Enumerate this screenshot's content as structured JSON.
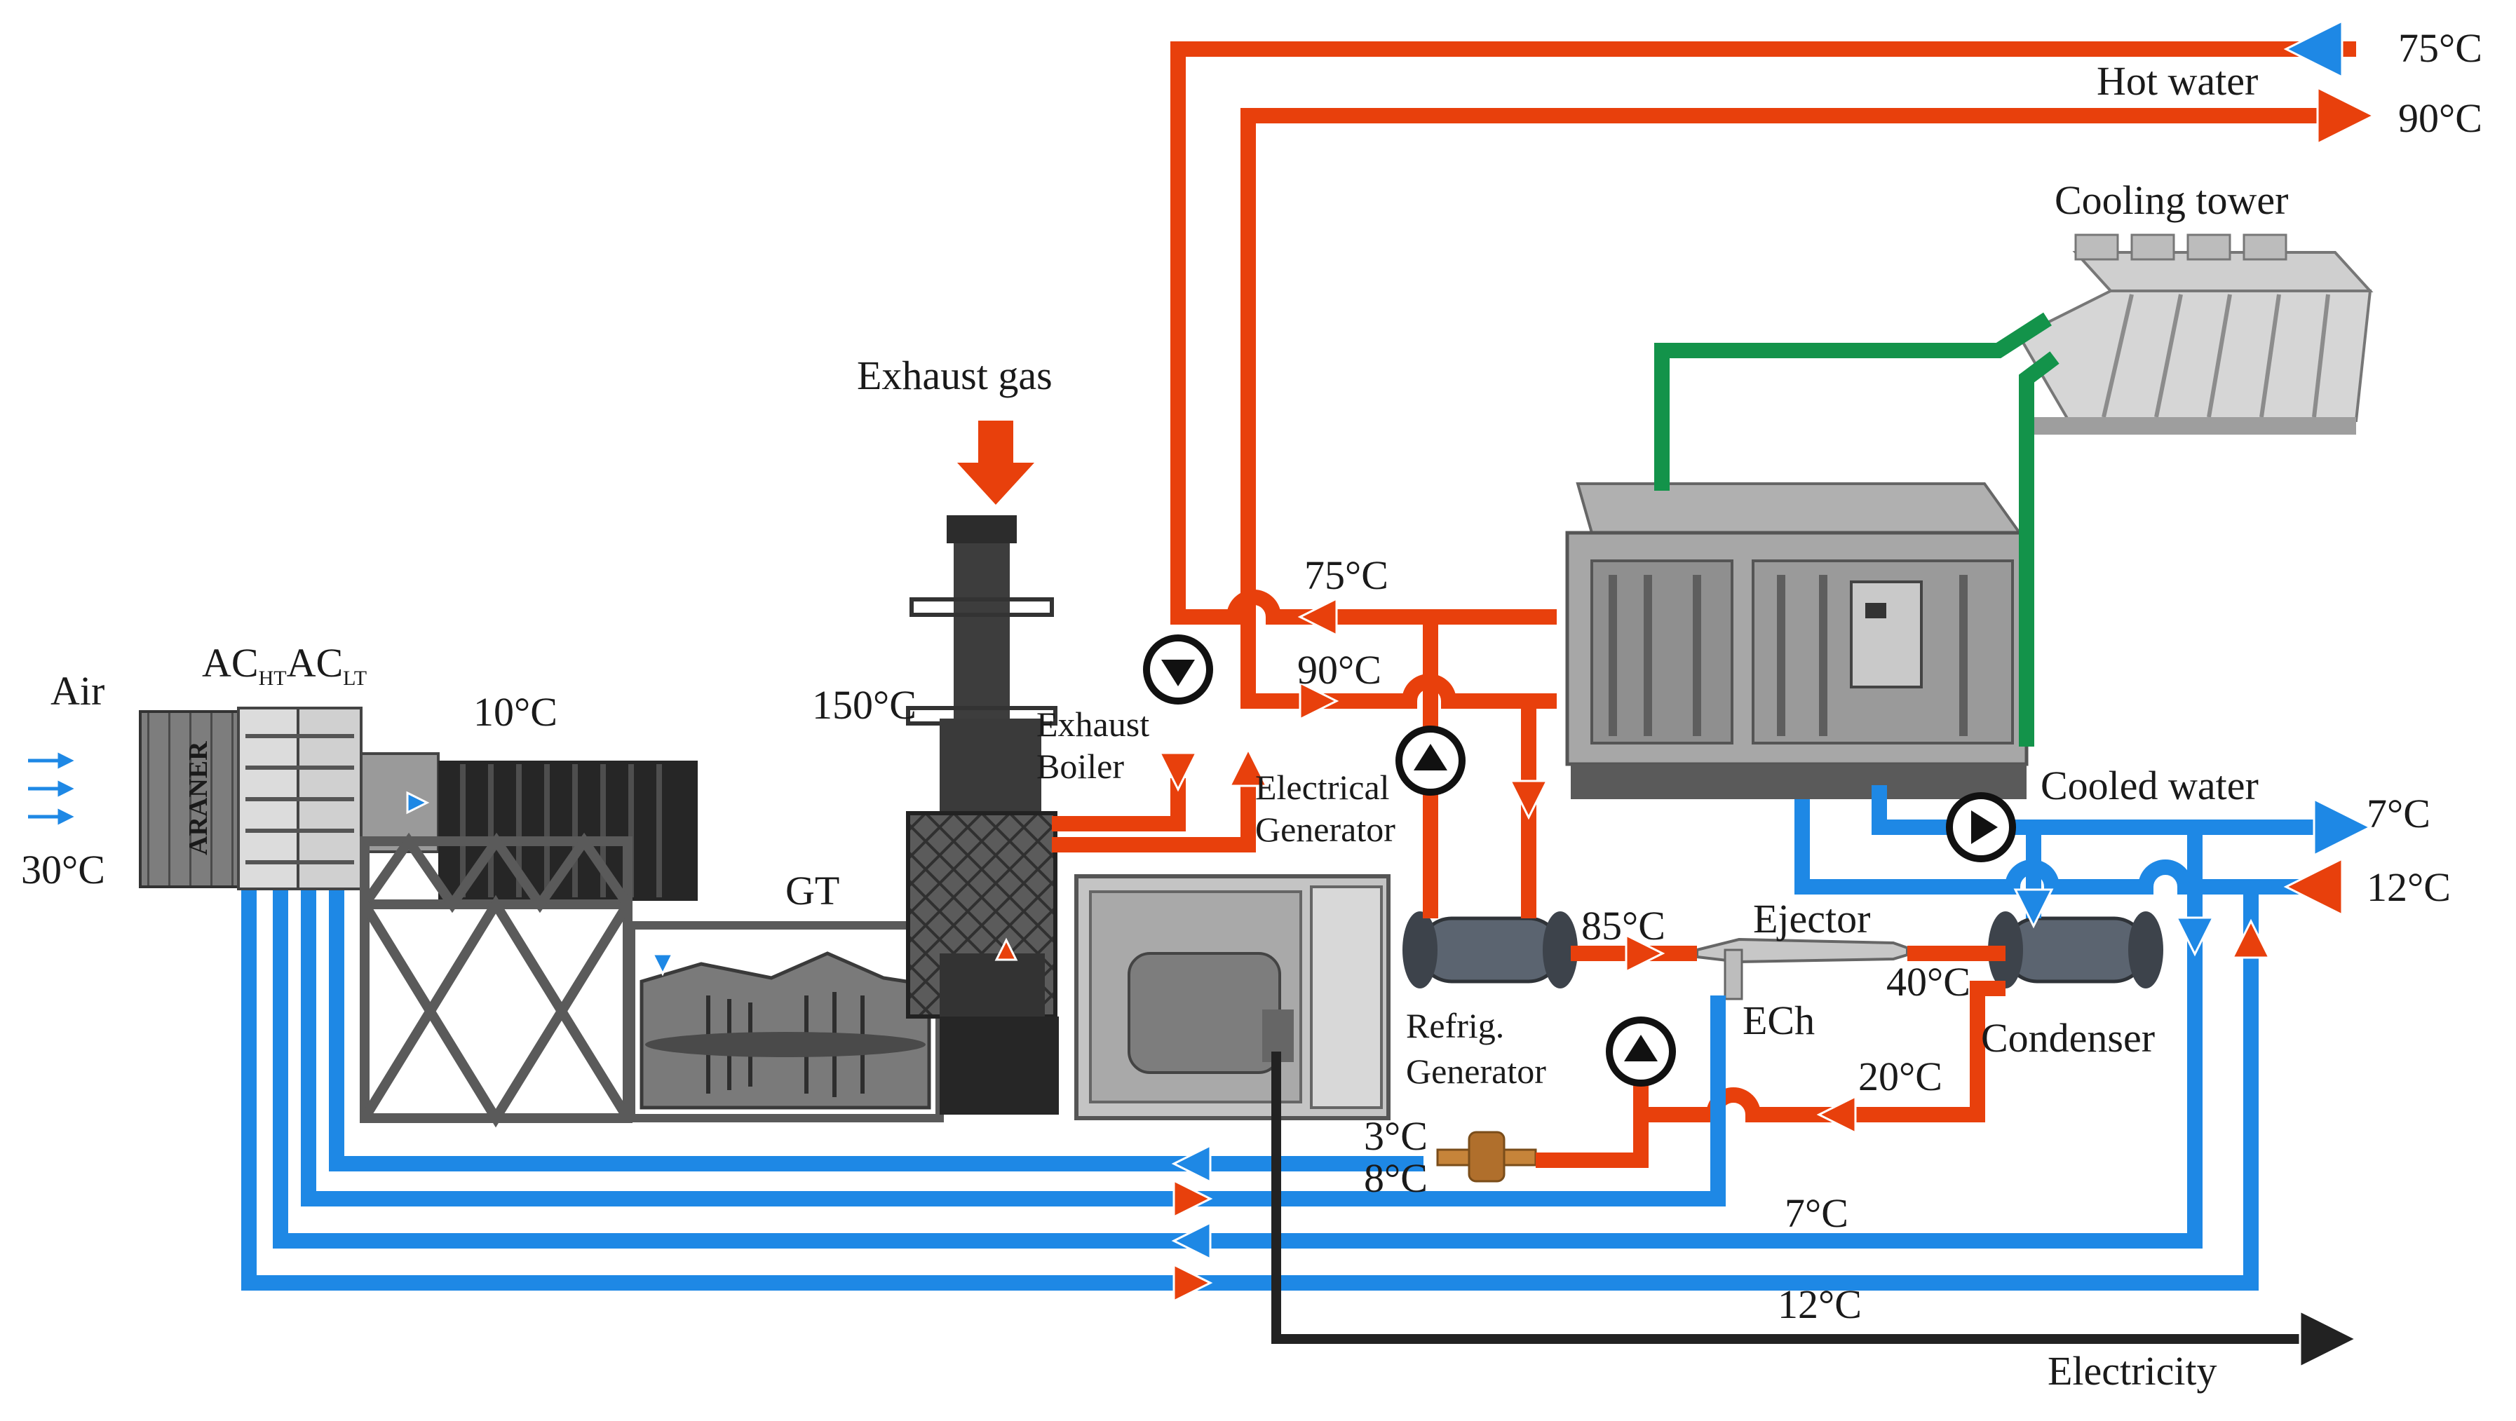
{
  "colors": {
    "hot": "#e8400c",
    "cold": "#1e88e5",
    "cooling": "#13934a",
    "electric": "#222222",
    "equipment_dark": "#3a3a3a",
    "equipment_mid": "#8a8a8a",
    "equipment_light": "#c8c8c8"
  },
  "labels": {
    "air": "Air",
    "t_ambient": "30°C",
    "ac_prefix_1": "AC",
    "ac_sub_1": "HT",
    "ac_prefix_2": "AC",
    "ac_sub_2": "LT",
    "aranner": "ARANER",
    "t_inlet": "10°C",
    "gt": "GT",
    "exhaust_gas": "Exhaust gas",
    "t_exhaust": "150°C",
    "exhaust_boiler_1": "Exhaust",
    "exhaust_boiler_2": "Boiler",
    "electrical_generator_1": "Electrical",
    "electrical_generator_2": "Generator",
    "hot_water": "Hot water",
    "t_hw_return": "75°C",
    "t_hw_supply": "90°C",
    "cooling_tower": "Cooling tower",
    "t_abs_in": "75°C",
    "t_abs_out": "90°C",
    "cooled_water": "Cooled water",
    "t_cw_supply": "7°C",
    "t_cw_return": "12°C",
    "t_gen_out": "85°C",
    "ejector": "Ejector",
    "t_ejector_out": "40°C",
    "ech": "ECh",
    "refrig_generator_1": "Refrig.",
    "refrig_generator_2": "Generator",
    "condenser": "Condenser",
    "t_condensate": "20°C",
    "t_evap_out": "3°C",
    "t_evap_in": "8°C",
    "t_loop_7": "7°C",
    "t_loop_12": "12°C",
    "electricity": "Electricity"
  }
}
